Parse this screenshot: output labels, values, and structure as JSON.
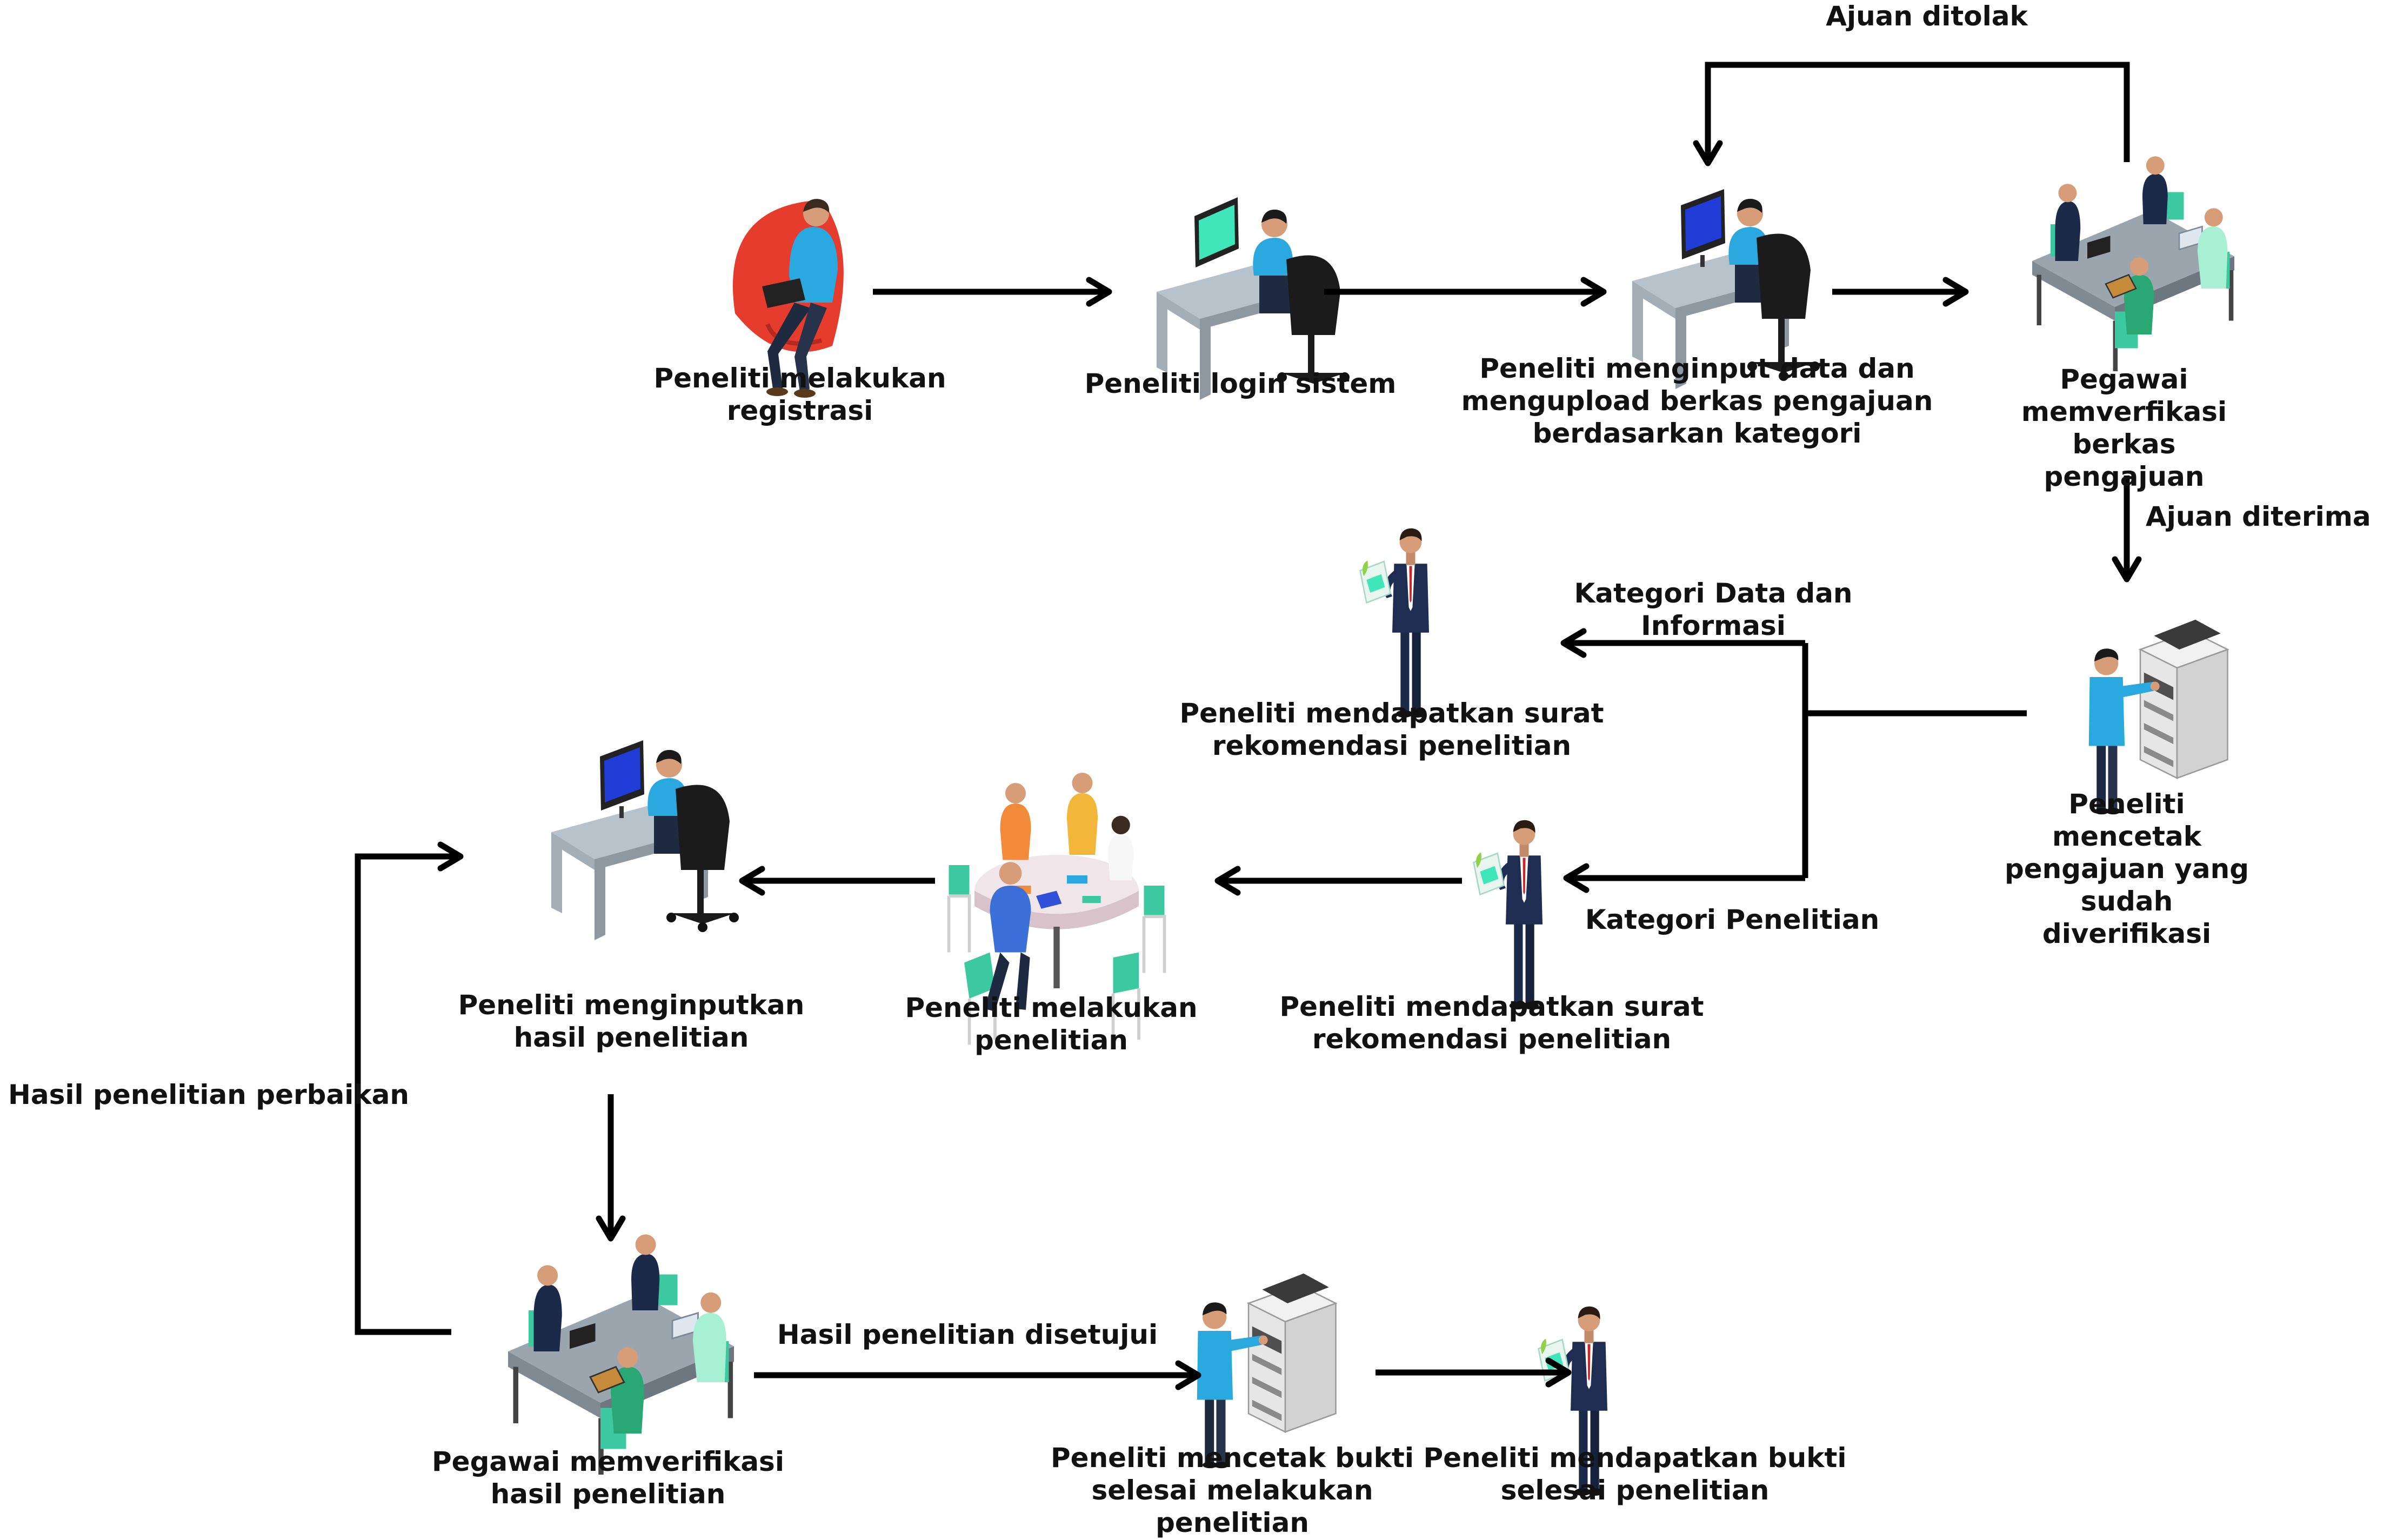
{
  "nodes": {
    "registrasi": "Peneliti melakukan\nregistrasi",
    "login": "Peneliti login sistem",
    "input_data": "Peneliti menginput data dan\nmengupload berkas pengajuan\nberdasarkan kategori",
    "verifikasi_berkas": "Pegawai memverfikasi\nberkas pengajuan",
    "cetak_pengajuan": "Peneliti mencetak\npengajuan yang sudah\ndiverifikasi",
    "surat_data_informasi": "Peneliti mendapatkan surat\nrekomendasi penelitian",
    "surat_penelitian": "Peneliti mendapatkan surat\nrekomendasi penelitian",
    "melakukan_penelitian": "Peneliti melakukan\npenelitian",
    "input_hasil": "Peneliti menginputkan\nhasil penelitian",
    "verifikasi_hasil": "Pegawai memverifikasi\nhasil penelitian",
    "cetak_bukti": "Peneliti mencetak bukti\nselesai melakukan\npenelitian",
    "bukti_selesai": "Peneliti mendapatkan bukti\nselesai penelitian"
  },
  "edges": {
    "ajuan_ditolak": "Ajuan ditolak",
    "ajuan_diterima": "Ajuan diterima",
    "kategori_data": "Kategori Data dan\nInformasi",
    "kategori_penelitian": "Kategori Penelitian",
    "hasil_perbaikan": "Hasil penelitian perbaikan",
    "hasil_disetujui": "Hasil penelitian disetujui"
  },
  "icons": {
    "registrasi": "person-beanbag-laptop-icon",
    "login": "person-desk-computer-icon",
    "input_data": "person-desk-computer-icon",
    "verifikasi_berkas": "office-meeting-table-icon",
    "cetak_pengajuan": "person-printer-icon",
    "surat_data_informasi": "person-holding-document-icon",
    "surat_penelitian": "person-holding-document-icon",
    "melakukan_penelitian": "team-round-table-icon",
    "input_hasil": "person-desk-computer-icon",
    "verifikasi_hasil": "office-meeting-table-icon",
    "cetak_bukti": "person-printer-icon",
    "bukti_selesai": "person-holding-document-icon"
  },
  "colors": {
    "line": "#000000",
    "beanbag": "#e53c2e",
    "shirt_blue": "#2aa8e0",
    "suit_navy": "#1c2a4a",
    "desk_grey": "#9aa5ae",
    "chair_black": "#1b1b1b",
    "screen_blue": "#1f3dd6",
    "screen_mint": "#3fe6b8",
    "teal_chair": "#3cc9a0"
  }
}
